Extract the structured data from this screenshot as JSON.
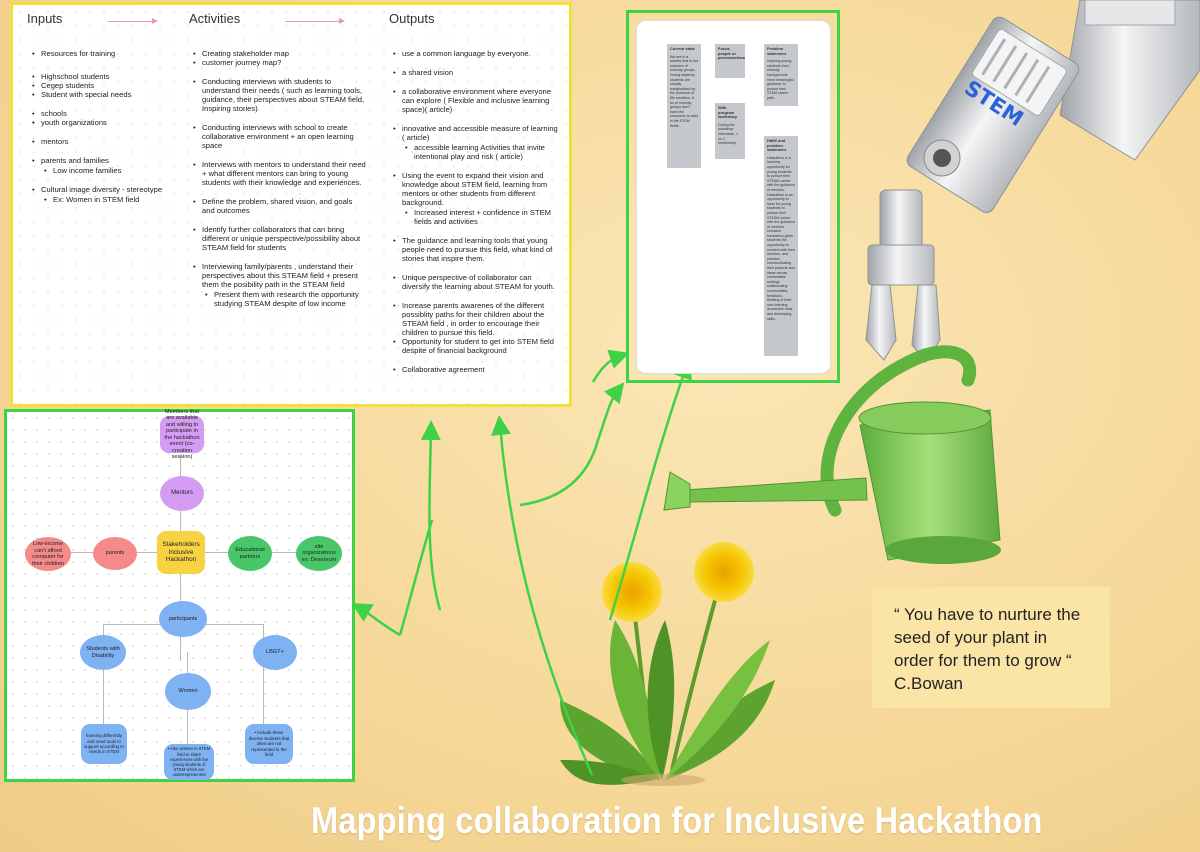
{
  "title": "Mapping collaboration for Inclusive Hackathon",
  "quote": {
    "text": "“ You have to nurture the seed of your plant in order for them to grow “",
    "author": "C.Bowan"
  },
  "robot_label": "STEM",
  "logic_model": {
    "inputs_heading": "Inputs",
    "activities_heading": "Activities",
    "outputs_heading": "Outputs",
    "inputs": [
      "Resources for training",
      "Highschool students",
      "Cegep students",
      "Student with special needs",
      "schools",
      "youth organizations",
      "mentors",
      "parents and families",
      "Low income families",
      "Cultural image diversity - stereotype",
      "Ex: Women in STEM field"
    ],
    "activities": [
      "Creating stakeholder map",
      "customer journey map?",
      "Conducting interviews with students to understand their needs ( such as learning tools, guidance, their perspectives about STEAM field, Inspiring stories)",
      "Conducting interviews with school to create collaborative environment +  an open learning space",
      "Interviews with mentors to understand their need + what different mentors can bring to young students with their knowledge and experiences.",
      "Define the problem, shared vision, and goals and outcomes",
      "Identify further collaborators that can bring different or unique perspective/possibility about STEAM field for students",
      "Interviewing family/parents , understand their perspectives about this STEAM field + present them the posibility path in the STEAM field",
      "Present them with research the opportunity studying STEAM despite of low income"
    ],
    "outputs": [
      "use a common language by everyone.",
      "a shared vision",
      "a collaborative environment where everyone can explore ( Flexible and inclusive learning space)( article)",
      "innovative and accessible measure of learning ( article)",
      "accessible learning Activities that invite intentional play and risk ( article)",
      "Using the event  to expand their vision and knowledge about STEM field, learning from mentors or other students from different background.",
      "Increased interest + confidence in STEM fields and activities",
      "The guidance and learning tools that young people need to pursue this field, what kind of stories that inspire them.",
      "Unique perspective  of collaborator can diversify the learning about STEAM for youth.",
      "Increase parents awarenes of the different possiblity paths for their children about the STEAM field , in order to encourage their children to pursue this field.",
      "Opportunity for student to get into STEM field despite of financial background",
      "Collaborative agreement"
    ]
  },
  "mindmap": {
    "top_note": "Members that are available and willing to participate in the hackathon event (co-creation session)",
    "mentors": "Mentors",
    "center": "Stakeholders Inclusive Hackathon",
    "low_income": "Low-income can't afford computer for their children",
    "parents": "parents",
    "educational": "Educational partners",
    "site_org": "site organizations ex: Desereum",
    "participants": "participants",
    "disability": "Students with Disability",
    "lgbt": "LBGT+",
    "women": "Women",
    "note_disability": "learning differently and need tools to support according to needs in STEM",
    "note_women": "• Also women in STEM field to share experiences with the young students of STEM which are underrepresented",
    "note_lgbt": "• Include these diverse students that often are not represented in the field"
  },
  "research": {
    "current_state_title": "Current state",
    "current_state_body": "We are in a society that is not inclusive of minority groups. Young inspiring students are usually marginalized by the pressure of life condition. A lot of minority groups don't have the resources to start in the STEM fields.",
    "focus_title": "Focus people or persona/chance",
    "problem_title": "Problem statement",
    "problem_body": "Inspiring young students from minority backgrounds need meaningful guidance to pursue their STEM career path.",
    "ideation_title": "With program workshop",
    "ideation_body": "During the workshop interviews, 1 on 1 mentorship.",
    "hmw_title": "HMW and problem statement",
    "hmw_body": "Hackathon is a learning opportunity for young students to pursue their STEAM career with the guidance of mentors. Hackathon is an opportunity to learn for young students to pursue their STEAM career with the guidance of mentors. Inclusive hackathon gives students the opportunity to connect with their mentors, and practice communicating their projects and ideas across comfortable settings, collaborating communities, feedback, thinking of their own learning, accessible tools and developing skills."
  },
  "colors": {
    "highlight_yellow": "#f0e13a",
    "arrow_green": "#3fd146",
    "node_purple": "#d49cf3",
    "node_yellow": "#f7d342",
    "node_red": "#f58a8a",
    "node_green": "#48c76a",
    "node_blue": "#7fb2f2",
    "title_white": "#ffffff"
  }
}
